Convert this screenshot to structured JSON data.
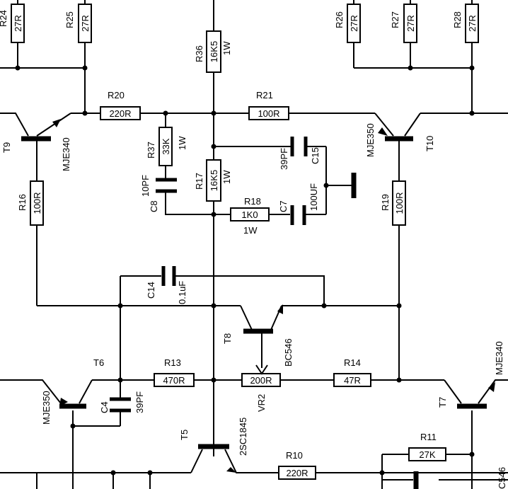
{
  "resistors": [
    {
      "id": "r24",
      "ref": "R24",
      "value": "27R"
    },
    {
      "id": "r25",
      "ref": "R25",
      "value": "27R"
    },
    {
      "id": "r26",
      "ref": "R26",
      "value": "27R"
    },
    {
      "id": "r27",
      "ref": "R27",
      "value": "27R"
    },
    {
      "id": "r28",
      "ref": "R28",
      "value": "27R"
    },
    {
      "id": "r36",
      "ref": "R36",
      "value": "16K5",
      "power": "1W"
    },
    {
      "id": "r20",
      "ref": "R20",
      "value": "220R"
    },
    {
      "id": "r21",
      "ref": "R21",
      "value": "100R"
    },
    {
      "id": "r37",
      "ref": "R37",
      "value": "33K",
      "power": "1W"
    },
    {
      "id": "r17",
      "ref": "R17",
      "value": "16K5",
      "power": "1W"
    },
    {
      "id": "r18",
      "ref": "R18",
      "value": "1K0",
      "power": "1W"
    },
    {
      "id": "r16",
      "ref": "R16",
      "value": "100R"
    },
    {
      "id": "r19",
      "ref": "R19",
      "value": "100R"
    },
    {
      "id": "r13",
      "ref": "R13",
      "value": "470R"
    },
    {
      "id": "r14",
      "ref": "R14",
      "value": "47R"
    },
    {
      "id": "r10",
      "ref": "R10",
      "value": "220R"
    },
    {
      "id": "r11",
      "ref": "R11",
      "value": "27K"
    }
  ],
  "pot": {
    "ref": "VR2",
    "value": "200R"
  },
  "capacitors": [
    {
      "id": "c15",
      "ref": "C15",
      "value": "39PF"
    },
    {
      "id": "c8",
      "ref": "C8",
      "value": "10PF"
    },
    {
      "id": "c7",
      "ref": "C7",
      "value": "100UF"
    },
    {
      "id": "c14",
      "ref": "C14",
      "value": "0.1uF"
    },
    {
      "id": "c4",
      "ref": "C4",
      "value": "39PF"
    }
  ],
  "transistors": [
    {
      "id": "t9",
      "ref": "T9",
      "part": "MJE340"
    },
    {
      "id": "t10",
      "ref": "T10",
      "part": "MJE350"
    },
    {
      "id": "t8",
      "ref": "T8",
      "part": "BC546"
    },
    {
      "id": "t6",
      "ref": "T6",
      "part": "MJE350"
    },
    {
      "id": "t7",
      "ref": "T7",
      "part": "MJE340"
    },
    {
      "id": "t5",
      "ref": "T5",
      "part": "2SC1845"
    }
  ],
  "edge_label": "C546"
}
